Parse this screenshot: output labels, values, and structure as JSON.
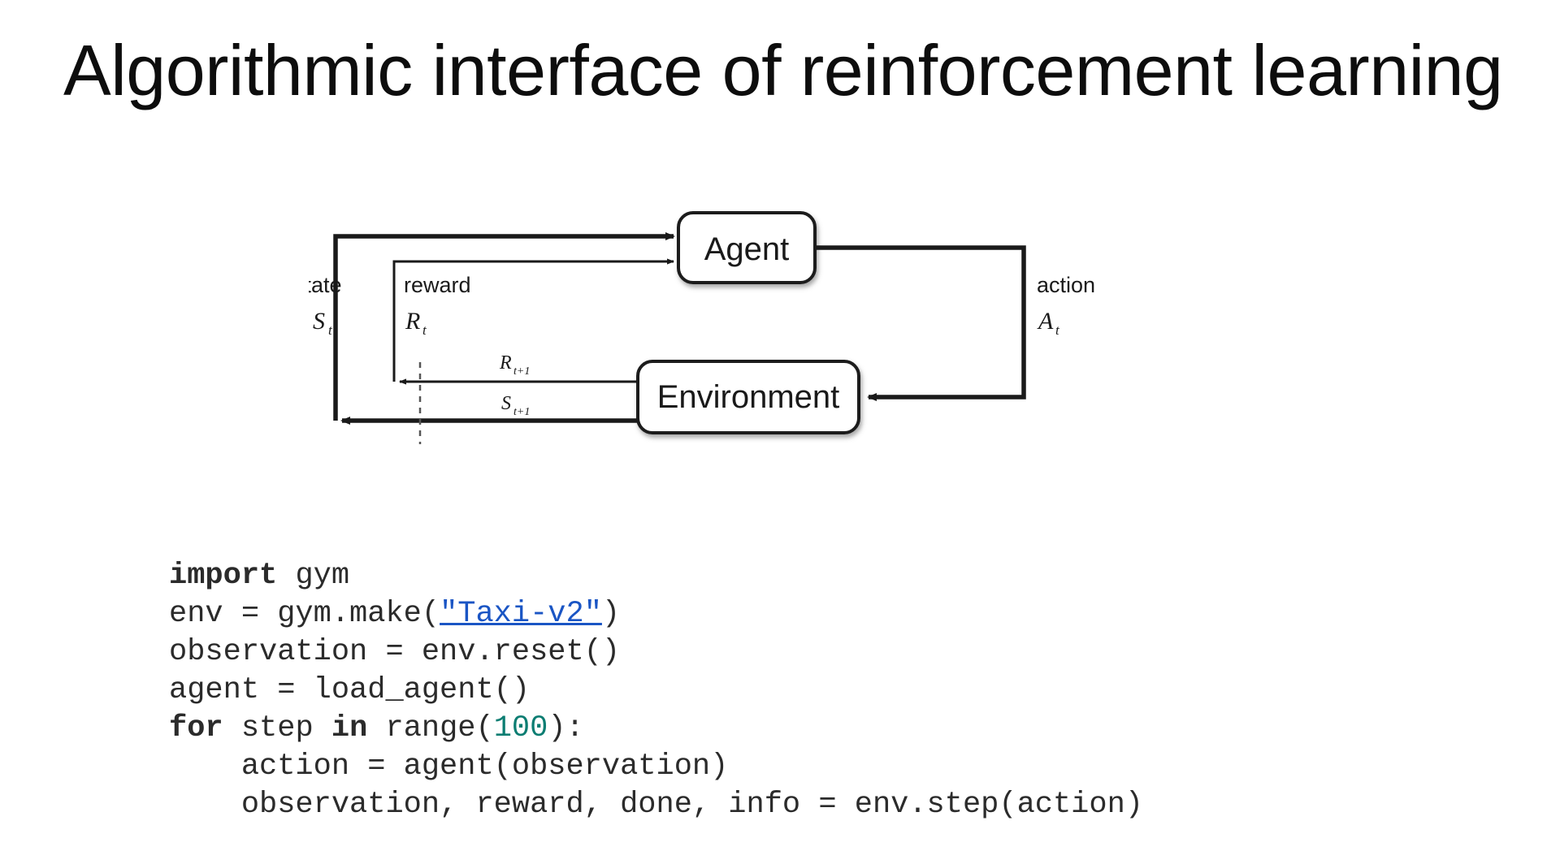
{
  "slide": {
    "title": "Algorithmic interface of reinforcement learning",
    "background_color": "#ffffff",
    "text_color": "#0d0d0d"
  },
  "diagram": {
    "name": "agent-environment-interaction-loop",
    "source_style": "Sutton & Barto RL loop",
    "nodes": [
      {
        "id": "agent",
        "label": "Agent"
      },
      {
        "id": "environment",
        "label": "Environment"
      }
    ],
    "edge_labels": {
      "state_word": "state",
      "state_symbol": "S",
      "state_subscript": "t",
      "reward_word": "reward",
      "reward_symbol": "R",
      "reward_subscript": "t",
      "action_word": "action",
      "action_symbol": "A",
      "action_subscript": "t",
      "next_reward_symbol": "R",
      "next_reward_subscript": "t+1",
      "next_state_symbol": "S",
      "next_state_subscript": "t+1"
    },
    "stroke_color": "#1a1a1a"
  },
  "code": {
    "language": "python",
    "keyword_color": "#2b2b2b",
    "number_color": "#0b7d72",
    "link_color": "#1a55c4",
    "text_color": "#2b2b2b",
    "lines": [
      {
        "n": 1,
        "text": "import gym",
        "tokens": [
          {
            "t": "import",
            "cls": "kw"
          },
          {
            "t": " gym",
            "cls": ""
          }
        ]
      },
      {
        "n": 2,
        "text": "env = gym.make(\"Taxi-v2\")",
        "tokens": [
          {
            "t": "env = gym.make(",
            "cls": ""
          },
          {
            "t": "\"Taxi-v2\"",
            "cls": "lnk"
          },
          {
            "t": ")",
            "cls": ""
          }
        ]
      },
      {
        "n": 3,
        "text": "observation = env.reset()",
        "tokens": [
          {
            "t": "observation = env.reset()",
            "cls": ""
          }
        ]
      },
      {
        "n": 4,
        "text": "agent = load_agent()",
        "tokens": [
          {
            "t": "agent = load_agent()",
            "cls": ""
          }
        ]
      },
      {
        "n": 5,
        "text": "for step in range(100):",
        "tokens": [
          {
            "t": "for",
            "cls": "kw"
          },
          {
            "t": " step ",
            "cls": ""
          },
          {
            "t": "in",
            "cls": "kw"
          },
          {
            "t": " range(",
            "cls": ""
          },
          {
            "t": "100",
            "cls": "num"
          },
          {
            "t": "):",
            "cls": ""
          }
        ]
      },
      {
        "n": 6,
        "text": "    action = agent(observation)",
        "tokens": [
          {
            "t": "    action = agent(observation)",
            "cls": ""
          }
        ]
      },
      {
        "n": 7,
        "text": "    observation, reward, done, info = env.step(action)",
        "tokens": [
          {
            "t": "    observation, reward, done, info = env.step(action)",
            "cls": ""
          }
        ]
      }
    ]
  }
}
